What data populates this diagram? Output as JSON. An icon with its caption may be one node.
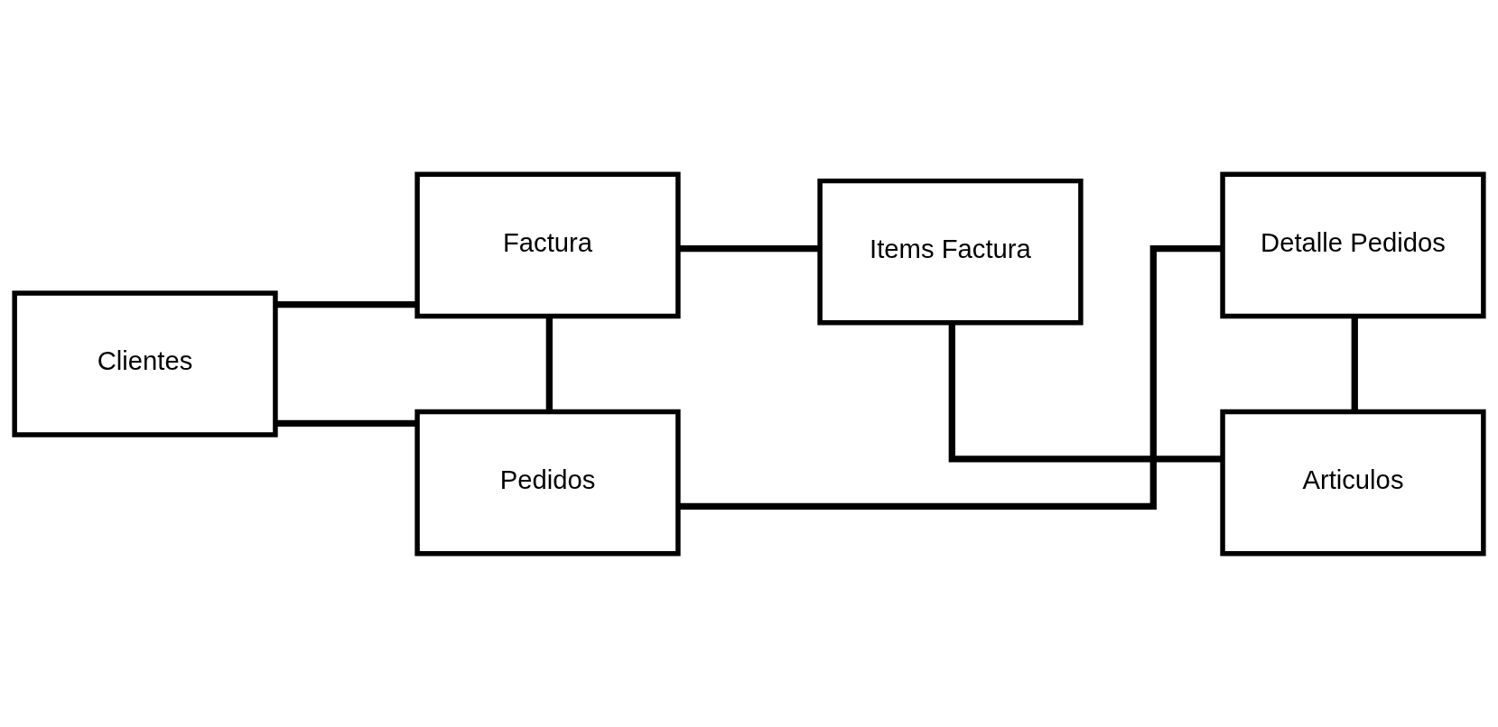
{
  "diagram": {
    "nodes": [
      {
        "text": [
          "Clientes"
        ]
      },
      {
        "text": [
          "Pedidos"
        ]
      },
      {
        "text": [
          "Detalle Pedidos"
        ]
      },
      {
        "text": [
          "Factura"
        ]
      },
      {
        "text": [
          "Items Factura"
        ]
      },
      {
        "text": [
          "Articulos"
        ]
      }
    ],
    "edges": [
      {
        "from": 0,
        "to": 1,
        "arrow": "none"
      },
      {
        "from": 1,
        "to": 2,
        "arrow": "none"
      },
      {
        "from": 0,
        "to": 3,
        "arrow": "none"
      },
      {
        "from": 3,
        "to": 1,
        "arrow": "none"
      },
      {
        "from": 3,
        "to": 4,
        "arrow": "none"
      },
      {
        "from": 4,
        "to": 5,
        "arrow": "none"
      },
      {
        "from": 2,
        "to": 5,
        "arrow": "none"
      }
    ]
  }
}
